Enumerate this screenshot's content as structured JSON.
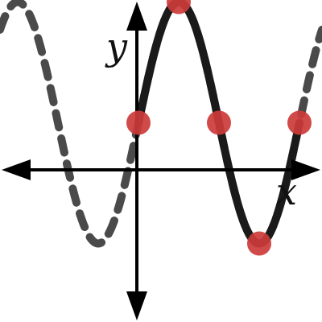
{
  "chart_data": {
    "type": "line",
    "xlabel": "x",
    "ylabel": "y",
    "xlim": [
      -3.44,
      4.56
    ],
    "ylim": [
      -3.95,
      4.05
    ],
    "grid": false,
    "curve": {
      "function": "sin",
      "amplitude": 3,
      "period": 4,
      "phase_shift": 0,
      "vertical_shift": 1
    },
    "series": [
      {
        "style": "dashed",
        "color": "#4a4a4a",
        "x_range": [
          -3.44,
          4.56
        ],
        "values_sample": [
          {
            "x": -3.0,
            "y": 4
          },
          {
            "x": -1.0,
            "y": -2
          },
          {
            "x": 0.0,
            "y": 1
          }
        ]
      },
      {
        "style": "solid",
        "color": "#1a1a1a",
        "x_range": [
          0,
          4
        ],
        "values": [
          {
            "x": 0,
            "y": 1
          },
          {
            "x": 1,
            "y": 4
          },
          {
            "x": 2,
            "y": 1
          },
          {
            "x": 3,
            "y": -2
          },
          {
            "x": 4,
            "y": 1
          }
        ]
      }
    ],
    "points": [
      {
        "x": 0,
        "y": 1
      },
      {
        "x": 1,
        "y": 4
      },
      {
        "x": 2,
        "y": 1
      },
      {
        "x": 3,
        "y": -2
      },
      {
        "x": 4,
        "y": 1
      }
    ],
    "colors": {
      "axis": "#000000",
      "point": "#cc3b3b",
      "dashed_curve": "#4a4a4a",
      "solid_curve": "#1a1a1a"
    }
  }
}
